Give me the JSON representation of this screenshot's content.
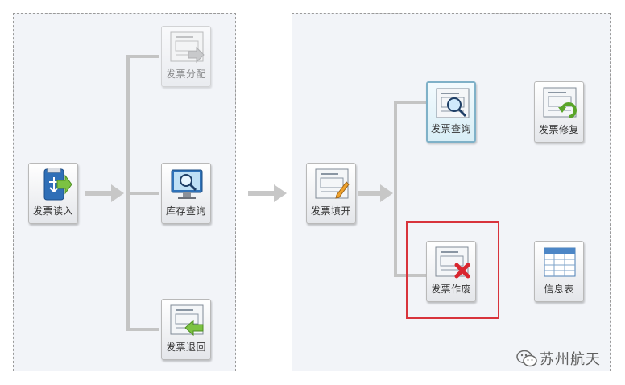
{
  "left_panel": {
    "read_tile": {
      "label": "发票读入",
      "icon": "usb-import-icon"
    },
    "distribute_tile": {
      "label": "发票分配",
      "icon": "invoice-forward-icon"
    },
    "stock_tile": {
      "label": "库存查询",
      "icon": "monitor-magnifier-icon"
    },
    "return_tile": {
      "label": "发票退回",
      "icon": "invoice-return-icon"
    }
  },
  "right_panel": {
    "fill_tile": {
      "label": "发票填开",
      "icon": "invoice-pen-icon"
    },
    "query_tile": {
      "label": "发票查询",
      "icon": "invoice-magnifier-icon",
      "selected": true
    },
    "void_tile": {
      "label": "发票作废",
      "icon": "invoice-cancel-icon"
    },
    "repair_tile": {
      "label": "发票修复",
      "icon": "invoice-repair-icon"
    },
    "info_tile": {
      "label": "信息表",
      "icon": "table-grid-icon"
    }
  },
  "watermark": {
    "text": "苏州航天",
    "icon": "wechat-logo-icon"
  },
  "colors": {
    "highlight": "#d8343c",
    "connector": "#c4c4c4",
    "panel_bg": "#f2f4f8"
  }
}
